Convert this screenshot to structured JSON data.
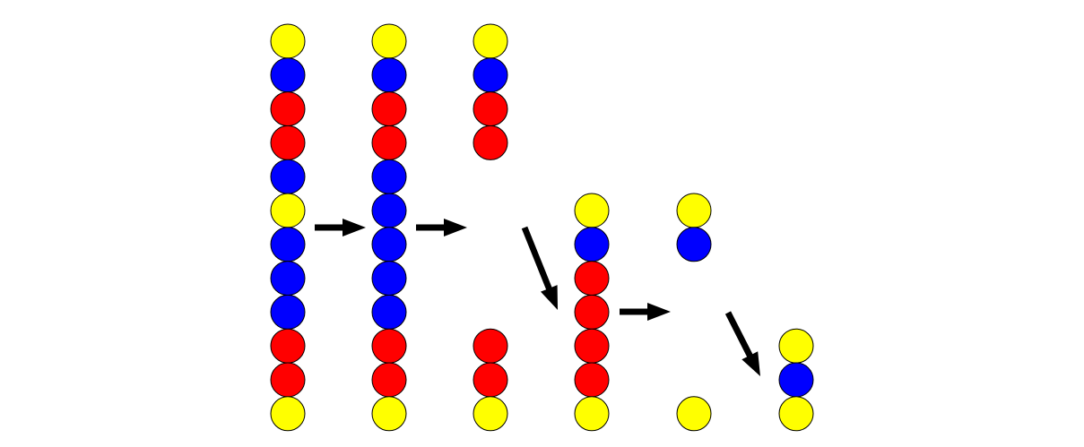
{
  "colors": {
    "yellow": "#ffff00",
    "blue": "#0000ff",
    "red": "#ff0000",
    "outline": "#000000",
    "arrow": "#000000",
    "background": "#ffffff"
  },
  "stacks": [
    {
      "id": "stack-1",
      "beads": [
        "yellow",
        "blue",
        "red",
        "red",
        "blue",
        "yellow",
        "blue",
        "blue",
        "blue",
        "red",
        "red",
        "yellow"
      ]
    },
    {
      "id": "stack-2",
      "beads": [
        "yellow",
        "blue",
        "red",
        "red",
        "blue",
        "blue",
        "blue",
        "blue",
        "blue",
        "red",
        "red",
        "yellow"
      ]
    },
    {
      "id": "stack-3",
      "beads": [
        "yellow",
        "blue",
        "red",
        "red",
        null,
        null,
        null,
        null,
        null,
        "red",
        "red",
        "yellow"
      ]
    },
    {
      "id": "stack-4",
      "beads": [
        null,
        null,
        null,
        null,
        null,
        "yellow",
        "blue",
        "red",
        "red",
        "red",
        "red",
        "yellow"
      ]
    },
    {
      "id": "stack-5",
      "beads": [
        null,
        null,
        null,
        null,
        null,
        "yellow",
        "blue",
        null,
        null,
        null,
        null,
        "yellow"
      ]
    },
    {
      "id": "stack-6",
      "beads": [
        null,
        null,
        null,
        null,
        null,
        null,
        null,
        null,
        null,
        "yellow",
        "blue",
        "yellow"
      ]
    }
  ],
  "arrows": [
    {
      "id": "arrow-1",
      "direction": "right"
    },
    {
      "id": "arrow-2",
      "direction": "right"
    },
    {
      "id": "arrow-3",
      "direction": "down-right"
    },
    {
      "id": "arrow-4",
      "direction": "right"
    },
    {
      "id": "arrow-5",
      "direction": "down-right"
    }
  ]
}
